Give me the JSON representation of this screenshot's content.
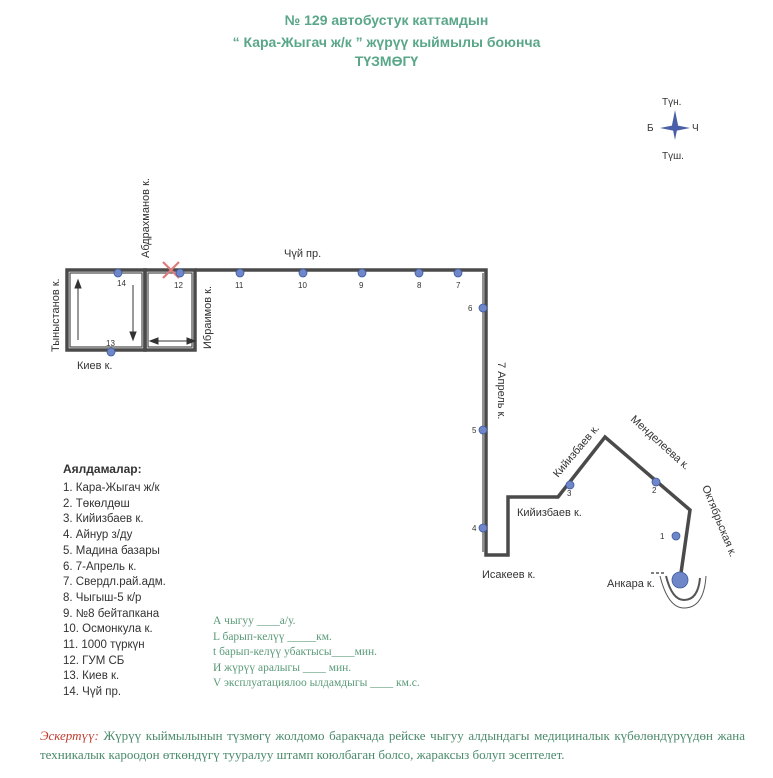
{
  "title": {
    "line1": "№ 129  автобустук каттамдын",
    "line2": "“ Кара-Жыгач ж/к ” жүрүү кыймылы боюнча",
    "line3": "ТҮЗМӨГҮ"
  },
  "compass": {
    "north": "Түн.",
    "south": "Түш.",
    "west": "Б",
    "east": "Ч"
  },
  "streets": {
    "tynystanov": "Тыныстанов к.",
    "abdrakhmanov": "Абдрахманов к.",
    "ibraimov": "Ибраимов к.",
    "chuy": "Чүй пр.",
    "kiev": "Киев к.",
    "aprel7": "7 Апрель к.",
    "kiyizbaev_lower": "Кийизбаев к.",
    "kiyizbaev_upper": "Кийизбаев к.",
    "isakeev": "Исакеев к.",
    "mendeleev": "Менделеева к.",
    "oktyabrskaya": "Октябрьская к.",
    "ankara": "Анкара к."
  },
  "stop_numbers": {
    "s1": "1",
    "s2": "2",
    "s3": "3",
    "s4": "4",
    "s5": "5",
    "s6": "6",
    "s7": "7",
    "s8": "8",
    "s9": "9",
    "s10": "10",
    "s11": "11",
    "s12": "12",
    "s13": "13",
    "s14": "14"
  },
  "stops_title": "Аялдамалар:",
  "stops": [
    "1. Кара-Жыгач ж/к",
    "2. Төкөлдөш",
    "3. Кийизбаев к.",
    "4. Айнур з/ду",
    "5. Мадина базары",
    "6. 7-Апрель к.",
    "7. Свердл.рай.адм.",
    "8. Чыгыш-5 к/р",
    "9. №8 бейтапкана",
    "10. Осмонкула к.",
    "11. 1000 түркүн",
    "12. ГУМ СБ",
    "13. Киев к.",
    "14. Чүй пр."
  ],
  "params": {
    "a": "А чыгуу  ____а/у.",
    "l": "L барып-келүү _____км.",
    "t": "t барып-келүү убактысы____мин.",
    "i": "И жүрүү аралыгы ____       мин.",
    "v": "V эксплуатациялоо ылдамдыгы ____ км.с."
  },
  "note": {
    "label": "Эскертүү:",
    "text": " Жүрүү кыймылынын түзмөгү жолдомо баракчада рейске чыгуу алдындагы медициналык күбөлөндүрүүдөн жана техникалык кароодон өткөндүгү тууралуу штамп коюлбаган болсо, жараксыз болуп эсептелет."
  },
  "colors": {
    "title": "#5aa68a",
    "route": "#4a4a4a",
    "stop": "#6f86c8",
    "cross": "#e07b7b",
    "note_label": "#c0392b"
  }
}
